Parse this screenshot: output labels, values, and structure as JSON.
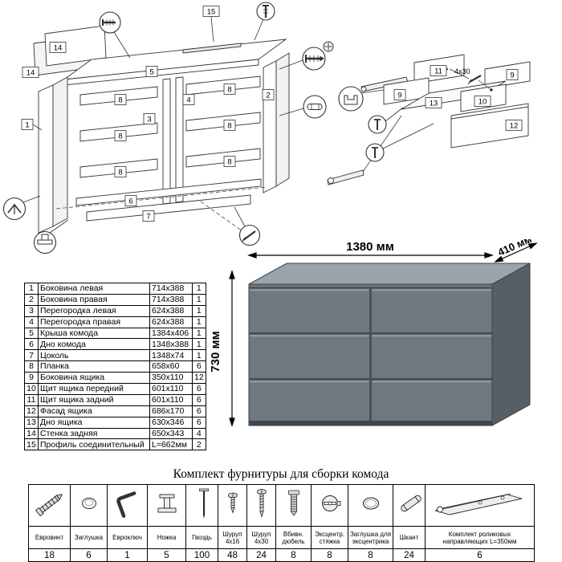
{
  "diagram": {
    "labels": {
      "n1": "1",
      "n2": "2",
      "n3": "3",
      "n4": "4",
      "n5": "5",
      "n6": "6",
      "n7": "7",
      "n8": "8",
      "n9": "9",
      "n10": "10",
      "n11": "11",
      "n12": "12",
      "n13": "13",
      "n14": "14",
      "n15": "15",
      "screw_note": "4x30"
    }
  },
  "product": {
    "dim_width": "1380 мм",
    "dim_depth": "410 мм",
    "dim_height": "730 мм",
    "top_color": "#9ba3ab",
    "side_color": "#575e66",
    "body_color": "#6f777f"
  },
  "parts": {
    "rows": [
      {
        "num": "1",
        "name": "Боковина левая",
        "size": "714x388",
        "qty": "1"
      },
      {
        "num": "2",
        "name": "Боковина правая",
        "size": "714x388",
        "qty": "1"
      },
      {
        "num": "3",
        "name": "Перегородка левая",
        "size": "624x388",
        "qty": "1"
      },
      {
        "num": "4",
        "name": "Перегородка правая",
        "size": "624x388",
        "qty": "1"
      },
      {
        "num": "5",
        "name": "Крыша комода",
        "size": "1384x406",
        "qty": "1"
      },
      {
        "num": "6",
        "name": "Дно комода",
        "size": "1348x388",
        "qty": "1"
      },
      {
        "num": "7",
        "name": "Цоколь",
        "size": "1348x74",
        "qty": "1"
      },
      {
        "num": "8",
        "name": "Планка",
        "size": "658x60",
        "qty": "6"
      },
      {
        "num": "9",
        "name": "Боковина ящика",
        "size": "350x110",
        "qty": "12"
      },
      {
        "num": "10",
        "name": "Щит ящика передний",
        "size": "601x110",
        "qty": "6"
      },
      {
        "num": "11",
        "name": "Щит ящика задний",
        "size": "601x110",
        "qty": "6"
      },
      {
        "num": "12",
        "name": "Фасад ящика",
        "size": "686x170",
        "qty": "6"
      },
      {
        "num": "13",
        "name": "Дно ящика",
        "size": "630x346",
        "qty": "6"
      },
      {
        "num": "14",
        "name": "Стенка задняя",
        "size": "650x343",
        "qty": "4"
      },
      {
        "num": "15",
        "name": "Профиль соединительный",
        "size": "L=662мм",
        "qty": "2"
      }
    ]
  },
  "hardware": {
    "title": "Комплект фурнитуры для сборки комода",
    "items": [
      {
        "name": "Евровинт",
        "qty": "18",
        "icon": "euro-screw-icon"
      },
      {
        "name": "Заглушка",
        "qty": "6",
        "icon": "cap-icon"
      },
      {
        "name": "Евроключ",
        "qty": "1",
        "icon": "hex-key-icon"
      },
      {
        "name": "Ножка",
        "qty": "5",
        "icon": "foot-icon"
      },
      {
        "name": "Гвоздь",
        "qty": "100",
        "icon": "nail-icon"
      },
      {
        "name": "Шуруп 4х16",
        "qty": "48",
        "icon": "screw-short-icon"
      },
      {
        "name": "Шуруп 4х30",
        "qty": "24",
        "icon": "screw-long-icon"
      },
      {
        "name": "Вбивн. дюбель",
        "qty": "8",
        "icon": "drive-dowel-icon"
      },
      {
        "name": "Эксцентр. стяжка",
        "qty": "8",
        "icon": "cam-lock-icon"
      },
      {
        "name": "Заглушка для эксцентрика",
        "qty": "8",
        "icon": "cam-cap-icon"
      },
      {
        "name": "Шкант",
        "qty": "24",
        "icon": "wood-dowel-icon"
      },
      {
        "name": "Комплект роликовых направляющих L=350мм",
        "qty": "6",
        "icon": "drawer-slide-icon"
      }
    ]
  }
}
